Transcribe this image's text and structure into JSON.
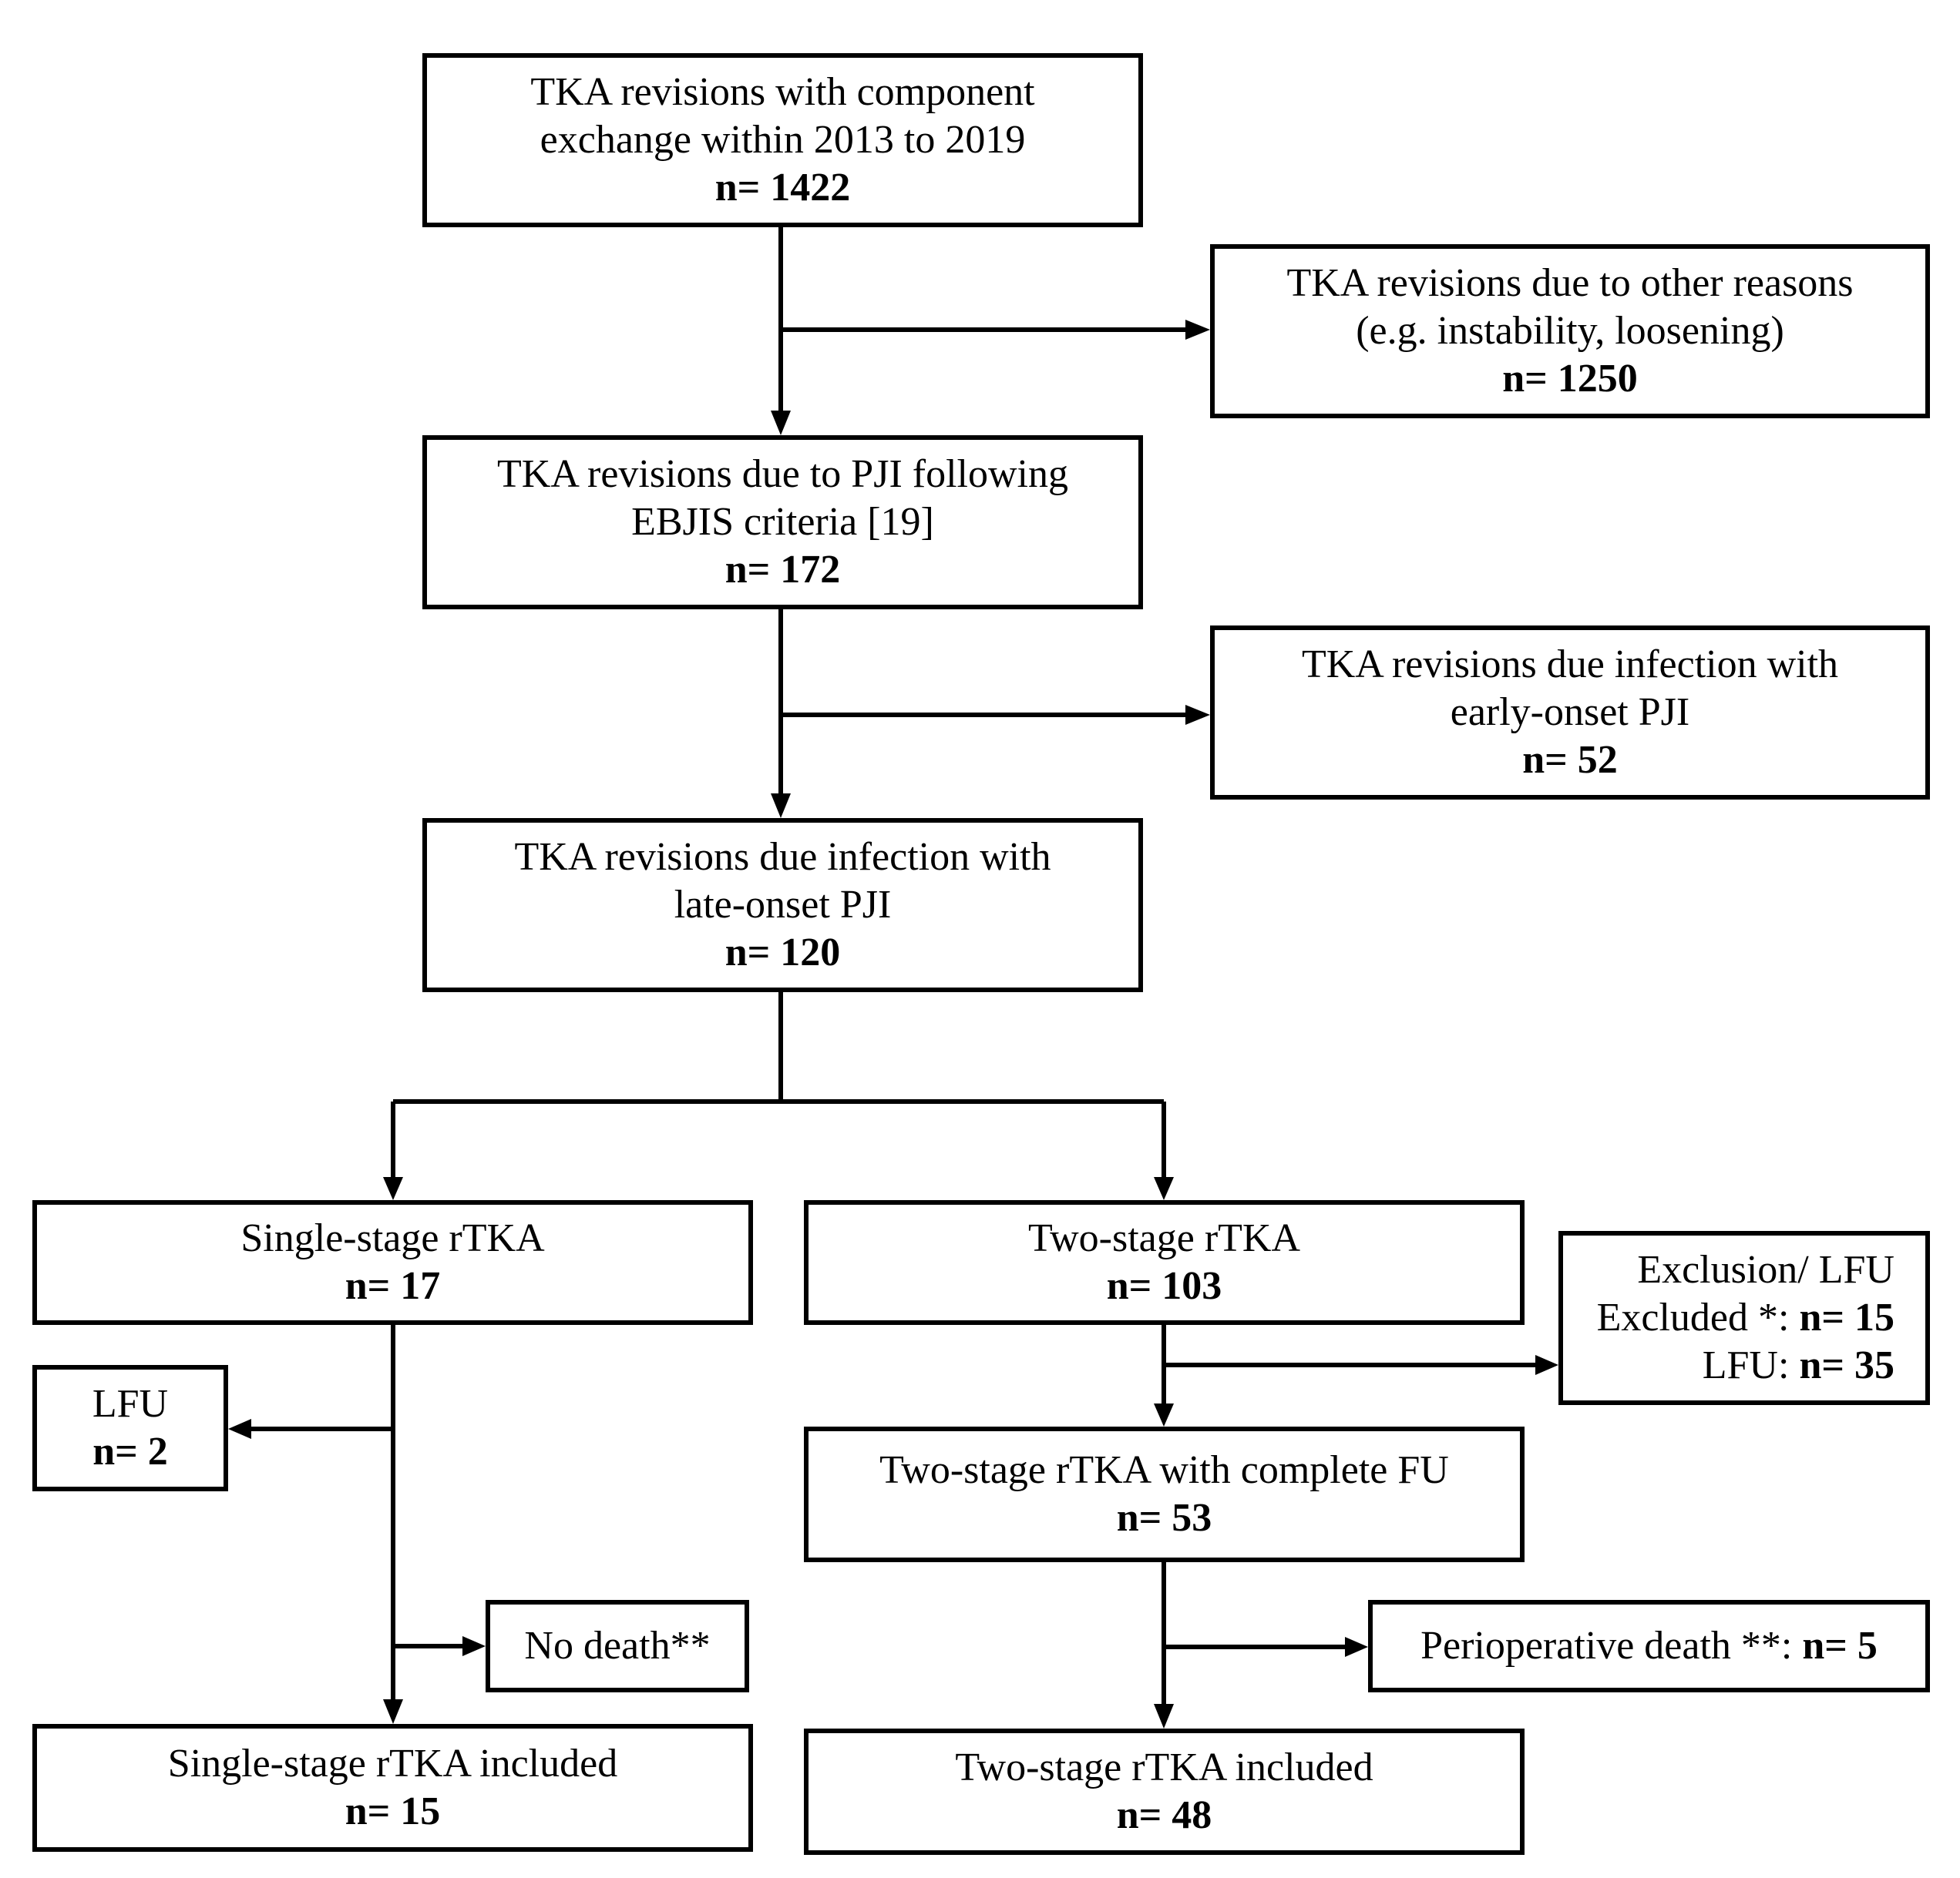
{
  "boxes": {
    "total": {
      "line1": "TKA revisions with component",
      "line2": "exchange within 2013 to 2019",
      "count": "n= 1422"
    },
    "other_reasons": {
      "line1": "TKA revisions due to other reasons",
      "line2": "(e.g. instability, loosening)",
      "count": "n= 1250"
    },
    "pji": {
      "line1": "TKA revisions due to PJI following",
      "line2": "EBJIS criteria [19]",
      "count": "n= 172"
    },
    "early_onset": {
      "line1": "TKA revisions due infection with",
      "line2": "early-onset PJI",
      "count": "n= 52"
    },
    "late_onset": {
      "line1": "TKA revisions due infection with",
      "line2": "late-onset PJI",
      "count": "n= 120"
    },
    "single_stage": {
      "line1": "Single-stage rTKA",
      "count": "n= 17"
    },
    "two_stage": {
      "line1": "Two-stage rTKA",
      "count": "n= 103"
    },
    "exclusion": {
      "line1": "Exclusion/ LFU",
      "excluded_label": "Excluded *: ",
      "excluded_count": "n= 15",
      "lfu_label": "LFU: ",
      "lfu_count": "n= 35"
    },
    "lfu_single": {
      "line1": "LFU",
      "count": "n= 2"
    },
    "two_stage_complete": {
      "line1": "Two-stage rTKA with complete FU",
      "count": "n= 53"
    },
    "no_death": {
      "line1": "No death**"
    },
    "perioperative_death": {
      "label": "Perioperative death **: ",
      "count": "n= 5"
    },
    "single_included": {
      "line1": "Single-stage rTKA included",
      "count": "n= 15"
    },
    "two_included": {
      "line1": "Two-stage rTKA included",
      "count": "n= 48"
    }
  }
}
